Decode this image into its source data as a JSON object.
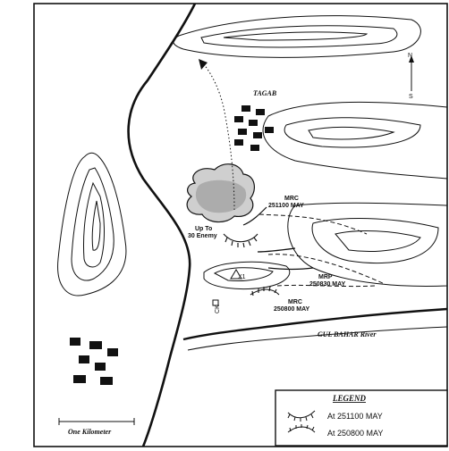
{
  "place_labels": {
    "town": "TAGAB",
    "river": "GUL BAHAR River",
    "enemy": "Up To\n30 Enemy",
    "mrc_1": "MRC\n251100 MAY",
    "mrp": "MRP\n250830 MAY",
    "mrc_2": "MRC\n250800 MAY",
    "x1": "X1",
    "ck": "CK"
  },
  "compass": {
    "north": "N",
    "south": "S"
  },
  "scale_bar": {
    "label": "One Kilometer"
  },
  "legend": {
    "title": "LEGEND",
    "items": [
      {
        "label": "At 251100 MAY"
      },
      {
        "label": "At 250800 MAY"
      }
    ]
  },
  "colors": {
    "ink": "#111111",
    "paper": "#ffffff",
    "stipple": "#777777"
  }
}
